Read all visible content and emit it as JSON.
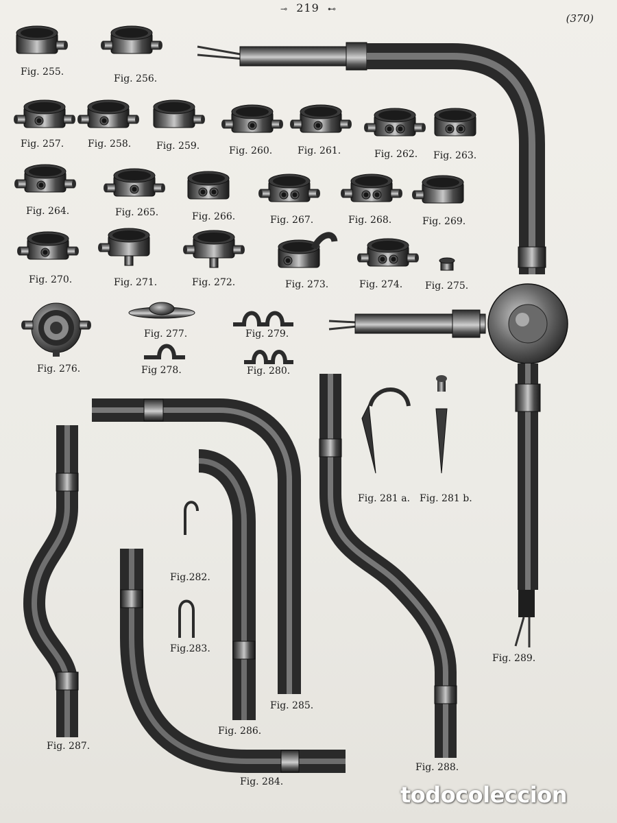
{
  "header": {
    "page_number": "219",
    "decor_left": "⊸",
    "decor_right": "⊷",
    "reference_number": "(370)"
  },
  "figures": {
    "f255": "Fig. 255.",
    "f256": "Fig. 256.",
    "f257": "Fig. 257.",
    "f258": "Fig. 258.",
    "f259": "Fig. 259.",
    "f260": "Fig. 260.",
    "f261": "Fig. 261.",
    "f262": "Fig. 262.",
    "f263": "Fig. 263.",
    "f264": "Fig. 264.",
    "f265": "Fig. 265.",
    "f266": "Fig. 266.",
    "f267": "Fig. 267.",
    "f268": "Fig. 268.",
    "f269": "Fig. 269.",
    "f270": "Fig. 270.",
    "f271": "Fig. 271.",
    "f272": "Fig. 272.",
    "f273": "Fig. 273.",
    "f274": "Fig. 274.",
    "f275": "Fig. 275.",
    "f276": "Fig. 276.",
    "f277": "Fig. 277.",
    "f278": "Fig 278.",
    "f279": "Fig. 279.",
    "f280": "Fig. 280.",
    "f281a": "Fig. 281 a.",
    "f281b": "Fig. 281 b.",
    "f282": "Fig.282.",
    "f283": "Fig.283.",
    "f284": "Fig. 284.",
    "f285": "Fig. 285.",
    "f286": "Fig. 286.",
    "f287": "Fig. 287.",
    "f288": "Fig. 288.",
    "f289": "Fig. 289."
  },
  "watermark": {
    "text": "todocoleccion"
  },
  "colors": {
    "paper": "#ecebe6",
    "ink": "#1c1c1c",
    "metal_dark": "#2b2b2b",
    "metal_light": "#9a9a9a"
  }
}
